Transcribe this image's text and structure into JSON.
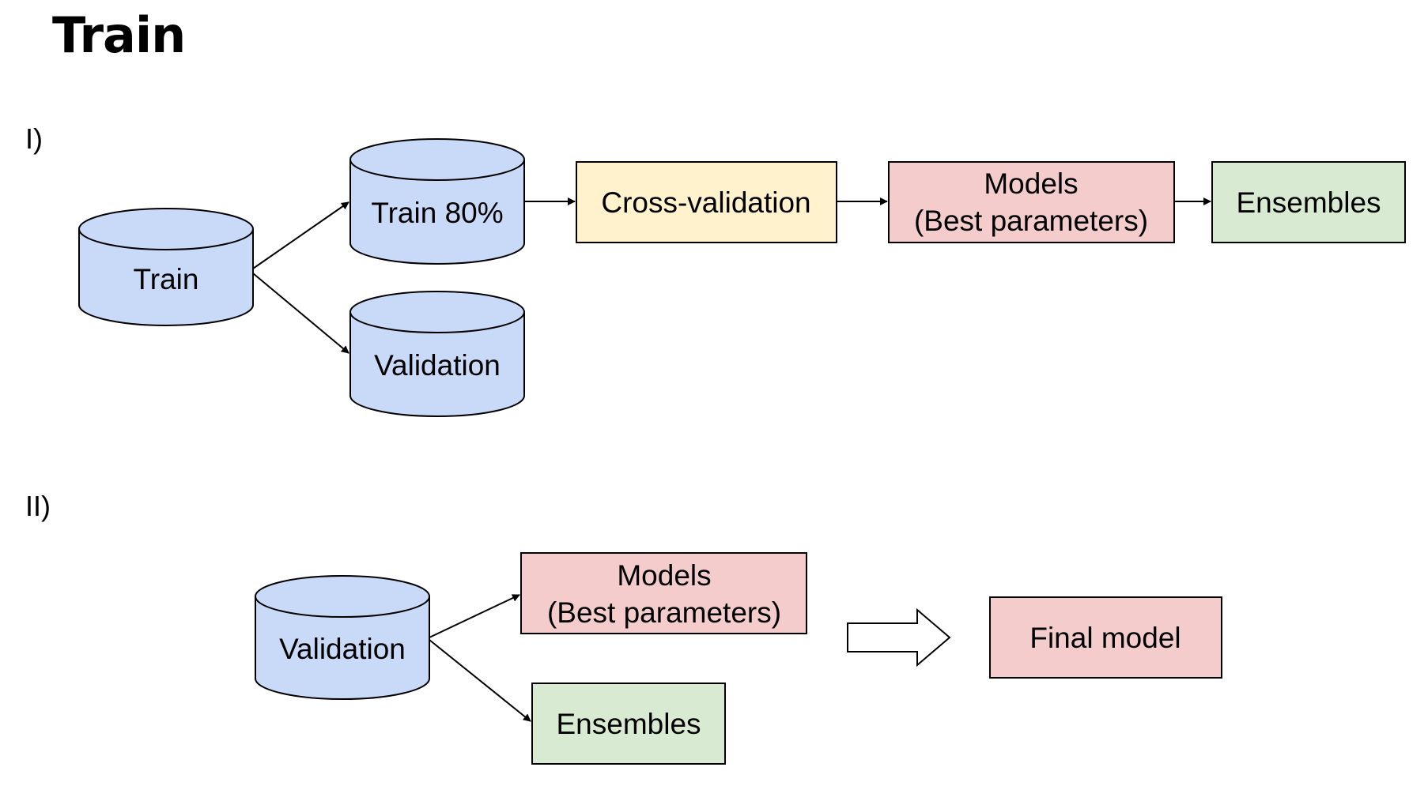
{
  "title": "Train",
  "sections": {
    "first": {
      "label": "I)",
      "train": "Train",
      "train_split": "Train 80%",
      "validation": "Validation",
      "cross_validation": "Cross-validation",
      "models_line1": "Models",
      "models_line2": "(Best parameters)",
      "ensembles": "Ensembles"
    },
    "second": {
      "label": "II)",
      "validation": "Validation",
      "models_line1": "Models",
      "models_line2": "(Best parameters)",
      "ensembles": "Ensembles",
      "final_model": "Final model"
    }
  },
  "colors": {
    "database_fill": "#c9daf8",
    "cross_validation_fill": "#fff2cc",
    "models_fill": "#f4cccc",
    "ensembles_fill": "#d9ead3",
    "stroke": "#000000"
  }
}
